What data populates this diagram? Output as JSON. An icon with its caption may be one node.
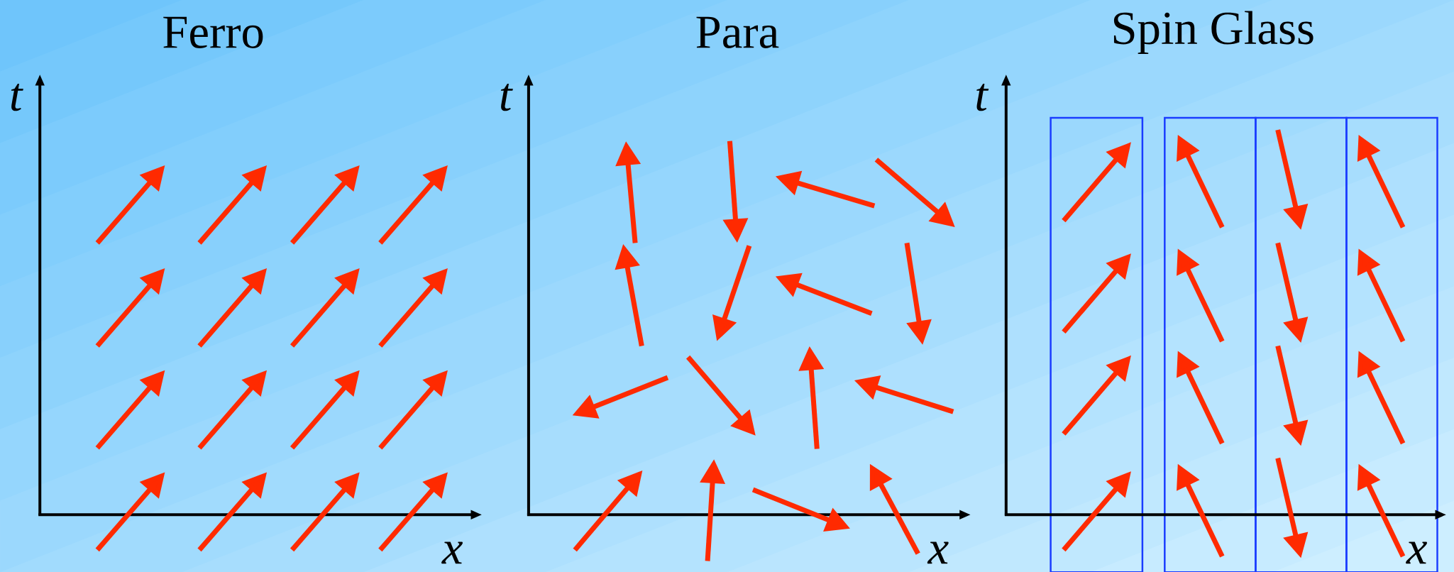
{
  "diagram": {
    "labels": [
      "Ferro",
      "Para",
      "Spin Glass",
      "t",
      "x",
      "t",
      "x",
      "t",
      "x"
    ]
  }
}
